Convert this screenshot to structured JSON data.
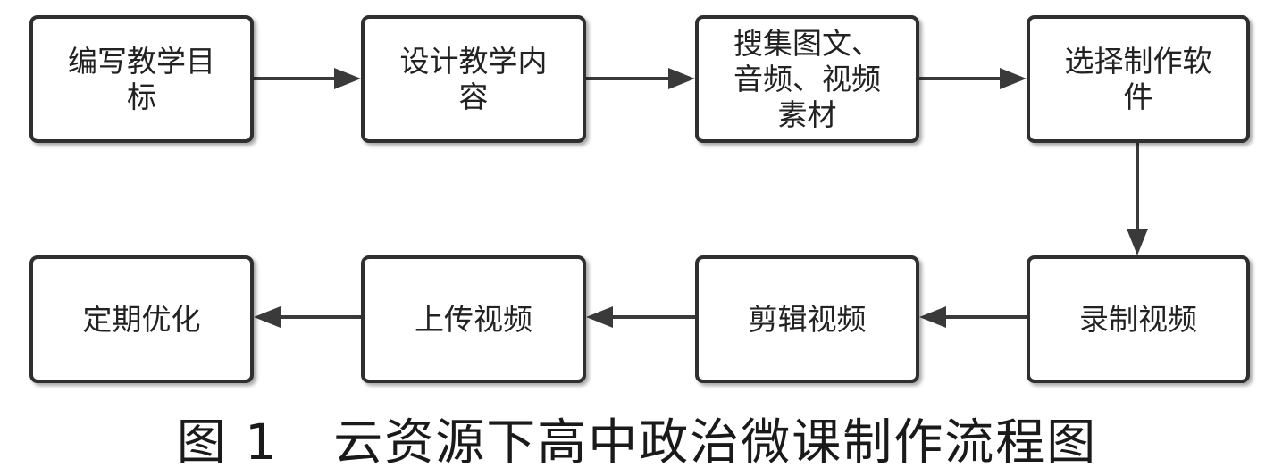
{
  "nodes": [
    {
      "label": "编写教学目标"
    },
    {
      "label": "设计教学内容"
    },
    {
      "label": "搜集图文、音频、视频素材"
    },
    {
      "label": "选择制作软件"
    },
    {
      "label": "录制视频"
    },
    {
      "label": "剪辑视频"
    },
    {
      "label": "上传视频"
    },
    {
      "label": "定期优化"
    }
  ],
  "edges": [
    {
      "from": "编写教学目标",
      "to": "设计教学内容"
    },
    {
      "from": "设计教学内容",
      "to": "搜集图文、音频、视频素材"
    },
    {
      "from": "搜集图文、音频、视频素材",
      "to": "选择制作软件"
    },
    {
      "from": "选择制作软件",
      "to": "录制视频"
    },
    {
      "from": "录制视频",
      "to": "剪辑视频"
    },
    {
      "from": "剪辑视频",
      "to": "上传视频"
    },
    {
      "from": "上传视频",
      "to": "定期优化"
    }
  ],
  "caption": {
    "figure_number": "图 1",
    "title": "云资源下高中政治微课制作流程图"
  }
}
